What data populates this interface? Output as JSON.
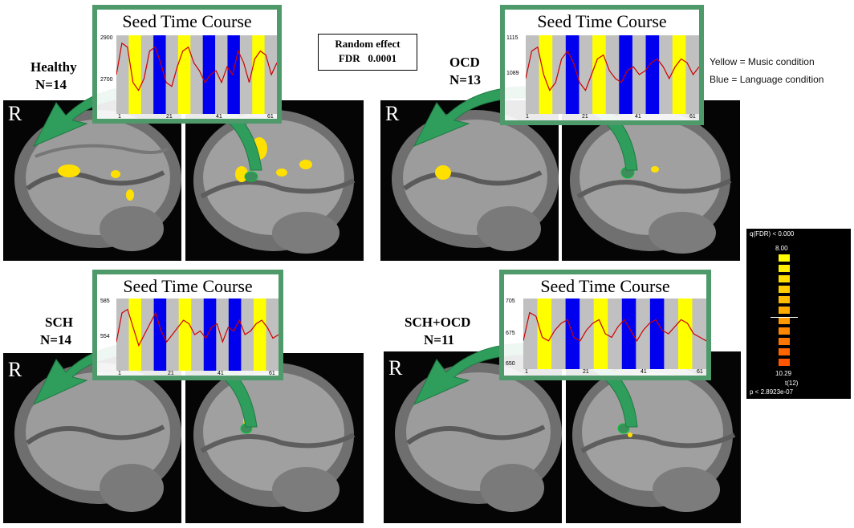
{
  "panel_title": "Seed Time Course",
  "stats": {
    "line1": "Random effect",
    "line2": "FDR   0.0001"
  },
  "legend": {
    "yellow": "Yellow = Music condition",
    "blue": "Blue = Language condition"
  },
  "side_label": "R",
  "colors": {
    "music": "#ffff00",
    "language": "#0000ee",
    "rest": "#c0c0c0",
    "frame": "#4e9a6a",
    "trace": "#cc0000"
  },
  "groups": [
    {
      "name": "Healthy",
      "n": "N=14",
      "y_ticks": [
        "2900",
        "2700"
      ],
      "x_ticks": [
        "1",
        "21",
        "41",
        "61"
      ]
    },
    {
      "name": "OCD",
      "n": "N=13",
      "y_ticks": [
        "1115",
        "1089"
      ],
      "x_ticks": [
        "1",
        "21",
        "41",
        "61"
      ]
    },
    {
      "name": "SCH",
      "n": "N=14",
      "y_ticks": [
        "585",
        "554"
      ],
      "x_ticks": [
        "1",
        "21",
        "41",
        "61"
      ]
    },
    {
      "name": "SCH+OCD",
      "n": "N=11",
      "y_ticks": [
        "705",
        "675",
        "650"
      ],
      "x_ticks": [
        "1",
        "21",
        "41",
        "61"
      ]
    }
  ],
  "colorbar": {
    "top_label": "q(FDR) < 0.000",
    "max": "8.00",
    "min": "10.29",
    "stat": "t(12)",
    "p": "p < 2.8923e-07"
  },
  "block_sequence": [
    "music",
    "language",
    "music",
    "language",
    "language",
    "music"
  ]
}
